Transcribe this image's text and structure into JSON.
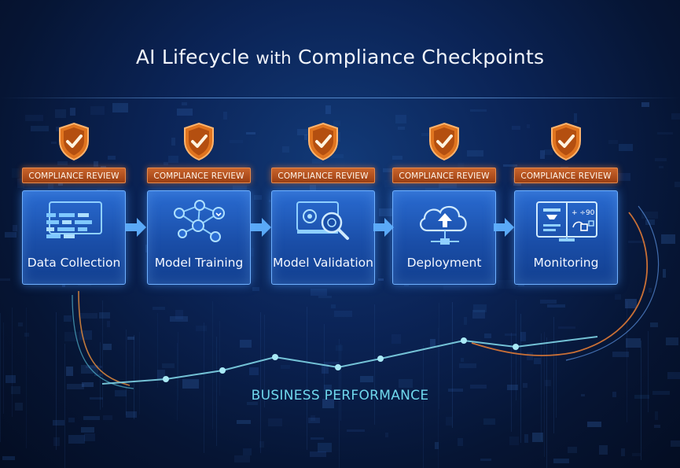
{
  "title": {
    "part1": "AI Lifecycle",
    "part2": "with",
    "part3": "Compliance Checkpoints"
  },
  "stages": [
    {
      "label": "Data Collection",
      "badge": "COMPLIANCE REVIEW",
      "icon": "data-table-icon"
    },
    {
      "label": "Model Training",
      "badge": "COMPLIANCE REVIEW",
      "icon": "neural-network-icon"
    },
    {
      "label": "Model Validation",
      "badge": "COMPLIANCE REVIEW",
      "icon": "magnifier-monitor-icon"
    },
    {
      "label": "Deployment",
      "badge": "COMPLIANCE REVIEW",
      "icon": "cloud-upload-icon"
    },
    {
      "label": "Monitoring",
      "badge": "COMPLIANCE REVIEW",
      "icon": "dashboard-icon"
    }
  ],
  "performance": {
    "label": "BUSINESS PERFORMANCE"
  },
  "colors": {
    "background": "#0b2457",
    "box": "#1a4ea8",
    "box_border": "#6fb0ff",
    "badge": "#b5501f",
    "accent_orange": "#e07a35",
    "performance_line": "#7fd4e6"
  }
}
